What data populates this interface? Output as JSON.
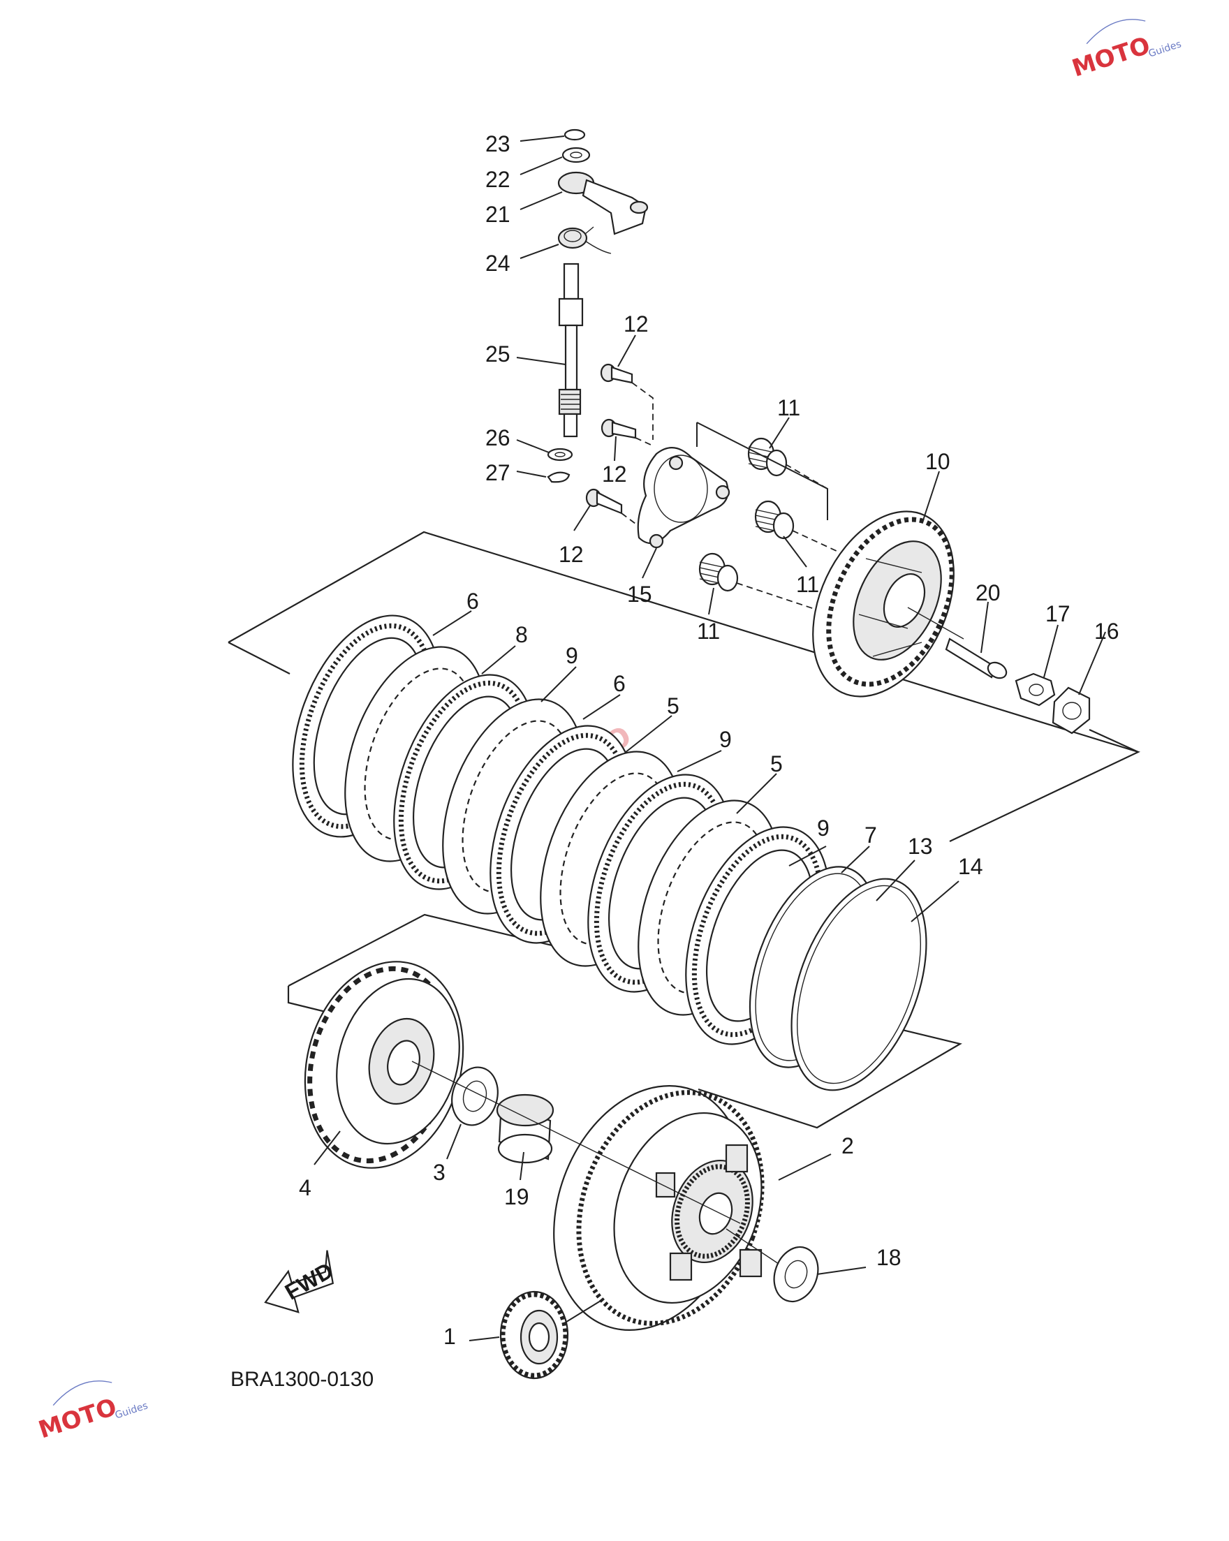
{
  "diagram": {
    "code": "BRA1300-0130",
    "fwd_label": "FWD",
    "watermark": {
      "brand": "MOTO",
      "sub": "Guides"
    },
    "callouts": [
      {
        "id": "c23",
        "text": "23"
      },
      {
        "id": "c22",
        "text": "22"
      },
      {
        "id": "c21",
        "text": "21"
      },
      {
        "id": "c24",
        "text": "24"
      },
      {
        "id": "c25",
        "text": "25"
      },
      {
        "id": "c26",
        "text": "26"
      },
      {
        "id": "c27",
        "text": "27"
      },
      {
        "id": "c12a",
        "text": "12"
      },
      {
        "id": "c12b",
        "text": "12"
      },
      {
        "id": "c12c",
        "text": "12"
      },
      {
        "id": "c11a",
        "text": "11"
      },
      {
        "id": "c11b",
        "text": "11"
      },
      {
        "id": "c11c",
        "text": "11"
      },
      {
        "id": "c15",
        "text": "15"
      },
      {
        "id": "c10",
        "text": "10"
      },
      {
        "id": "c20",
        "text": "20"
      },
      {
        "id": "c17",
        "text": "17"
      },
      {
        "id": "c16",
        "text": "16"
      },
      {
        "id": "c6a",
        "text": "6"
      },
      {
        "id": "c8",
        "text": "8"
      },
      {
        "id": "c9a",
        "text": "9"
      },
      {
        "id": "c6b",
        "text": "6"
      },
      {
        "id": "c5a",
        "text": "5"
      },
      {
        "id": "c9b",
        "text": "9"
      },
      {
        "id": "c5b",
        "text": "5"
      },
      {
        "id": "c9c",
        "text": "9"
      },
      {
        "id": "c7",
        "text": "7"
      },
      {
        "id": "c13",
        "text": "13"
      },
      {
        "id": "c14",
        "text": "14"
      },
      {
        "id": "c4",
        "text": "4"
      },
      {
        "id": "c3",
        "text": "3"
      },
      {
        "id": "c19",
        "text": "19"
      },
      {
        "id": "c2",
        "text": "2"
      },
      {
        "id": "c18",
        "text": "18"
      },
      {
        "id": "c1",
        "text": "1"
      }
    ]
  }
}
